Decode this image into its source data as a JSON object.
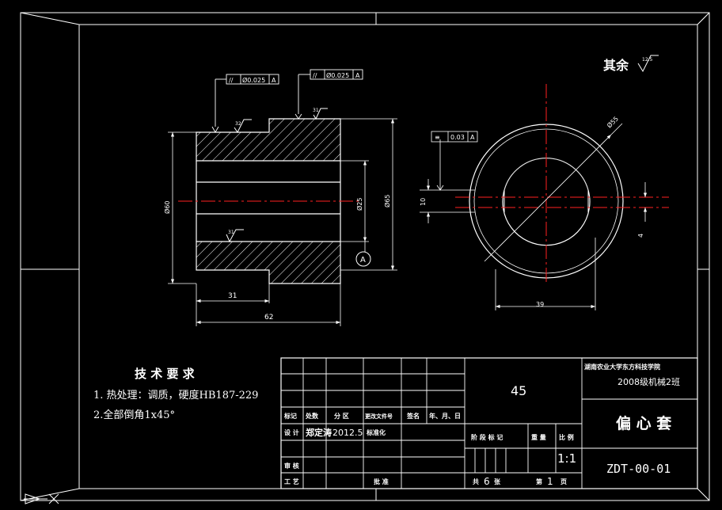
{
  "colors": {
    "background": "#000000",
    "line": "#ffffff",
    "center_line": "#ff2020",
    "accent": "#00c8ff"
  },
  "roughness": {
    "rest_label": "其余",
    "rest_value": "12.5",
    "value_32": "32",
    "value_31": "31"
  },
  "tolerances": {
    "parallel_left": {
      "symbol": "//",
      "value": "Ø0.025",
      "datum": "A"
    },
    "parallel_top": {
      "symbol": "//",
      "value": "Ø0.025",
      "datum": "A"
    },
    "symmetry": {
      "symbol": "≡",
      "value": "0.03",
      "datum": "A"
    }
  },
  "datum_label": "A",
  "dimensions": {
    "len_31": "31",
    "len_62": "62",
    "dia_left": "Ø60",
    "dia_right": "Ø65",
    "dia_bore": "Ø25",
    "offset_10": "10",
    "r55": "Ø55",
    "w39": "39",
    "keyway": "4"
  },
  "tech_req": {
    "title": "技 术 要 求",
    "line1": "1. 热处理：调质，硬度HB187-229",
    "line2": "2.全部倒角1x45°"
  },
  "title_block": {
    "material": "45",
    "school": "湖南农业大学东方科技学院",
    "class": "2008级机械2班",
    "part_name": "偏 心 套",
    "drawing_no": "ZDT-00-01",
    "scale": "1:1",
    "mark": "标记",
    "count": "处数",
    "zone": "分 区",
    "change_doc": "更改文件号",
    "sign": "签名",
    "date_col": "年、月、日",
    "design": "设 计",
    "designer": "郑定涛",
    "design_date": "2012.5",
    "standardize": "标准化",
    "stage_mark": "阶 段 标 记",
    "weight": "重 量",
    "scale_label": "比 例",
    "review": "审 核",
    "process": "工 艺",
    "approve": "批 准",
    "sheets": "共",
    "sheets_n": "6",
    "sheets_unit": "张",
    "sheet": "第",
    "sheet_n": "1",
    "page": "页"
  }
}
